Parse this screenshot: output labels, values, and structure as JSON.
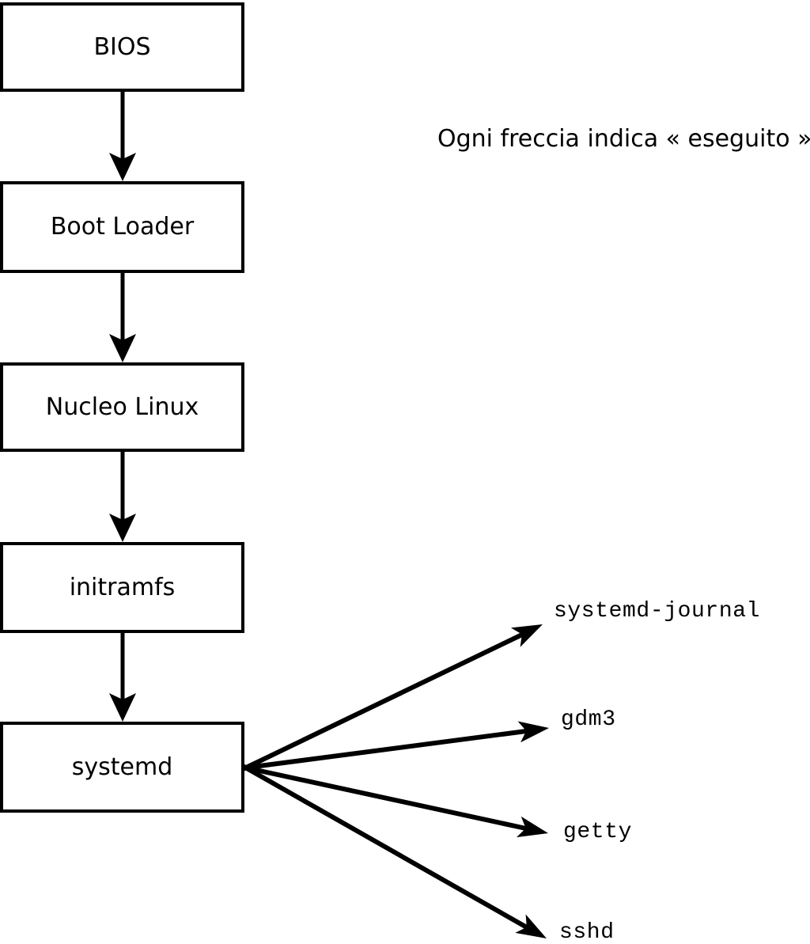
{
  "diagram": {
    "annotation": "Ogni freccia indica « eseguito ».",
    "boxes": [
      {
        "id": "bios",
        "label": "BIOS"
      },
      {
        "id": "boot-loader",
        "label": "Boot Loader"
      },
      {
        "id": "nucleo-linux",
        "label": "Nucleo Linux"
      },
      {
        "id": "initramfs",
        "label": "initramfs"
      },
      {
        "id": "systemd",
        "label": "systemd"
      }
    ],
    "spawned_processes": [
      {
        "id": "systemd-journal",
        "label": "systemd-journal"
      },
      {
        "id": "gdm3",
        "label": "gdm3"
      },
      {
        "id": "getty",
        "label": "getty"
      },
      {
        "id": "sshd",
        "label": "sshd"
      }
    ],
    "edges": [
      {
        "from": "BIOS",
        "to": "Boot Loader",
        "meaning": "eseguito"
      },
      {
        "from": "Boot Loader",
        "to": "Nucleo Linux",
        "meaning": "eseguito"
      },
      {
        "from": "Nucleo Linux",
        "to": "initramfs",
        "meaning": "eseguito"
      },
      {
        "from": "initramfs",
        "to": "systemd",
        "meaning": "eseguito"
      },
      {
        "from": "systemd",
        "to": "systemd-journal",
        "meaning": "eseguito"
      },
      {
        "from": "systemd",
        "to": "gdm3",
        "meaning": "eseguito"
      },
      {
        "from": "systemd",
        "to": "getty",
        "meaning": "eseguito"
      },
      {
        "from": "systemd",
        "to": "sshd",
        "meaning": "eseguito"
      }
    ],
    "colors": {
      "line": "#000000",
      "box_border": "#000000",
      "box_fill": "#ffffff",
      "text": "#000000",
      "background": "#ffffff"
    }
  }
}
